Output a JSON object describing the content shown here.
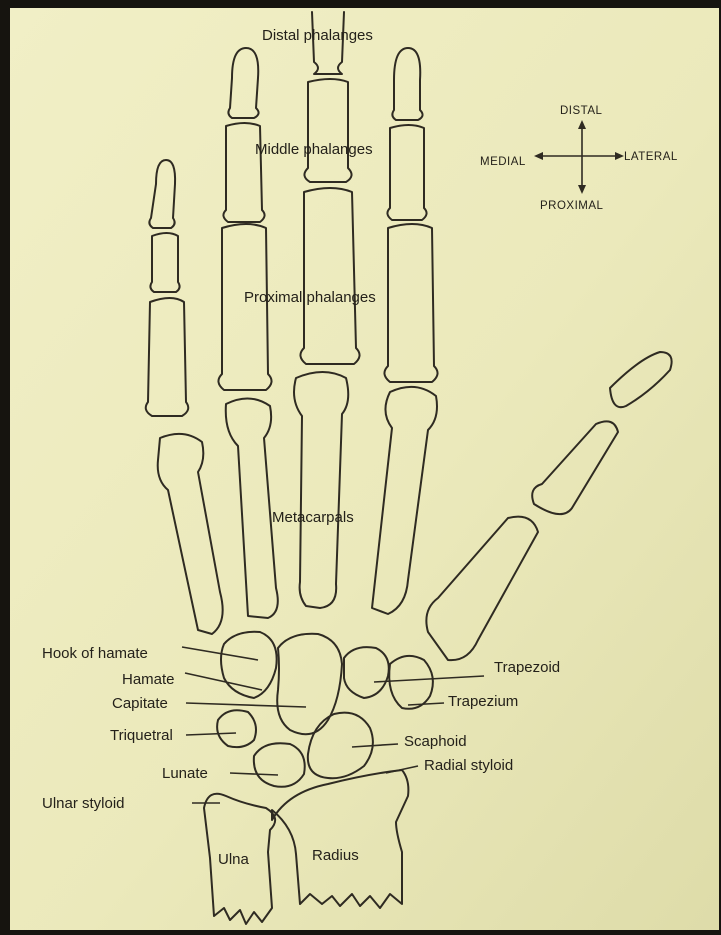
{
  "labels": {
    "distal_phalanges": "Distal phalanges",
    "middle_phalanges": "Middle phalanges",
    "proximal_phalanges": "Proximal phalanges",
    "metacarpals": "Metacarpals",
    "hook_of_hamate": "Hook of hamate",
    "hamate": "Hamate",
    "capitate": "Capitate",
    "triquetral": "Triquetral",
    "lunate": "Lunate",
    "ulnar_styloid": "Ulnar styloid",
    "ulna": "Ulna",
    "radius": "Radius",
    "trapezoid": "Trapezoid",
    "trapezium": "Trapezium",
    "scaphoid": "Scaphoid",
    "radial_styloid": "Radial styloid"
  },
  "orientation": {
    "distal": "DISTAL",
    "proximal": "PROXIMAL",
    "medial": "MEDIAL",
    "lateral": "LATERAL"
  },
  "colors": {
    "paper": "#ecebbd",
    "ink": "#2f2b22",
    "background": "#16140f"
  }
}
